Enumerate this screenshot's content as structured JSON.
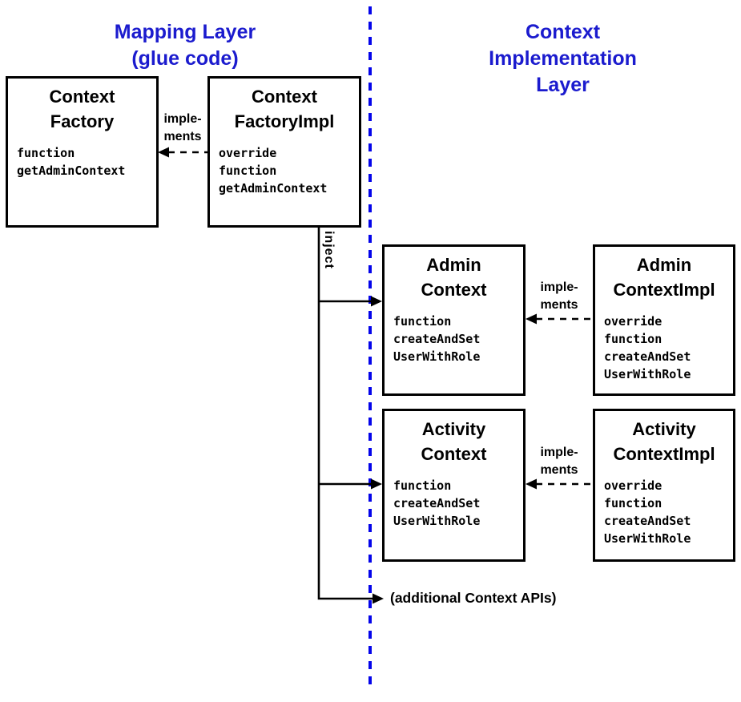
{
  "colors": {
    "heading_blue": "#1b1bce",
    "divider_blue": "#0404ea",
    "line_black": "#000000"
  },
  "headings": {
    "left": "Mapping Layer\n(glue code)",
    "right": "Context\nImplementation\nLayer"
  },
  "boxes": [
    {
      "id": "context-factory",
      "title": "Context\nFactory",
      "body": "function\ngetAdminContext"
    },
    {
      "id": "context-factory-impl",
      "title": "Context\nFactoryImpl",
      "body": "override\nfunction\ngetAdminContext"
    },
    {
      "id": "admin-context",
      "title": "Admin\nContext",
      "body": "function\ncreateAndSet\nUserWithRole"
    },
    {
      "id": "admin-context-impl",
      "title": "Admin\nContextImpl",
      "body": "override\nfunction\ncreateAndSet\nUserWithRole"
    },
    {
      "id": "activity-context",
      "title": "Activity\nContext",
      "body": "function\ncreateAndSet\nUserWithRole"
    },
    {
      "id": "activity-context-impl",
      "title": "Activity\nContextImpl",
      "body": "override\nfunction\ncreateAndSet\nUserWithRole"
    }
  ],
  "labels": {
    "implements_factory": "imple-\nments",
    "implements_admin": "imple-\nments",
    "implements_activity": "imple-\nments",
    "inject": "inject",
    "additional_apis": "(additional Context APIs)"
  }
}
